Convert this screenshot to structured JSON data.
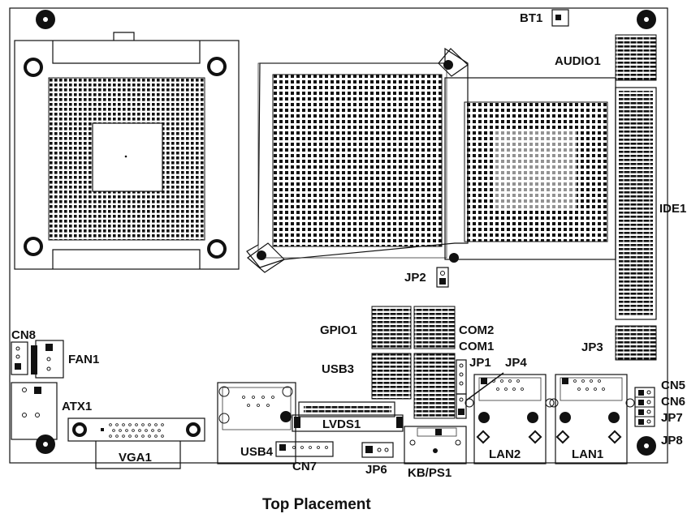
{
  "labels": {
    "bt1": "BT1",
    "audio1": "AUDIO1",
    "ide1": "IDE1",
    "jp2": "JP2",
    "gpio1": "GPIO1",
    "com2": "COM2",
    "com1": "COM1",
    "jp1": "JP1",
    "jp4": "JP4",
    "jp3": "JP3",
    "usb3": "USB3",
    "cn8": "CN8",
    "fan1": "FAN1",
    "atx1": "ATX1",
    "lvds1": "LVDS1",
    "usb4": "USB4",
    "cn7": "CN7",
    "jp6": "JP6",
    "kbps1": "KB/PS1",
    "lan2": "LAN2",
    "lan1": "LAN1",
    "cn5": "CN5",
    "cn6": "CN6",
    "jp7": "JP7",
    "jp8": "JP8",
    "vga1": "VGA1"
  },
  "caption": "Top Placement"
}
